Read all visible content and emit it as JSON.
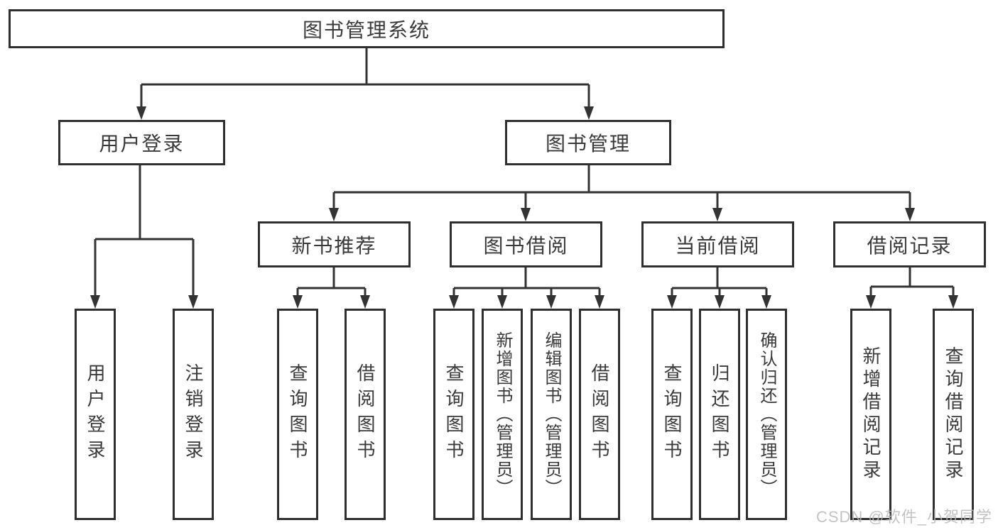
{
  "diagram_title": "图书管理系统",
  "tree": {
    "label": "图书管理系统",
    "children": [
      {
        "label": "用户登录",
        "children": [
          {
            "label": "用户登录"
          },
          {
            "label": "注销登录"
          }
        ]
      },
      {
        "label": "图书管理",
        "children": [
          {
            "label": "新书推荐",
            "children": [
              {
                "label": "查询图书"
              },
              {
                "label": "借阅图书"
              }
            ]
          },
          {
            "label": "图书借阅",
            "children": [
              {
                "label": "查询图书"
              },
              {
                "label": "新增图书（管理员）"
              },
              {
                "label": "编辑图书（管理员）"
              },
              {
                "label": "借阅图书"
              }
            ]
          },
          {
            "label": "当前借阅",
            "children": [
              {
                "label": "查询图书"
              },
              {
                "label": "归还图书"
              },
              {
                "label": "确认归还（管理员）"
              }
            ]
          },
          {
            "label": "借阅记录",
            "children": [
              {
                "label": "新增借阅记录"
              },
              {
                "label": "查询借阅记录"
              }
            ]
          }
        ]
      }
    ]
  },
  "watermark": {
    "text": "CSDN @软件_小贺同学"
  },
  "colors": {
    "background": "#ffffff",
    "line": "#333333",
    "box_border": "#2f2f2f",
    "text": "#3a3a3a",
    "watermark": "#b9b9b9"
  }
}
